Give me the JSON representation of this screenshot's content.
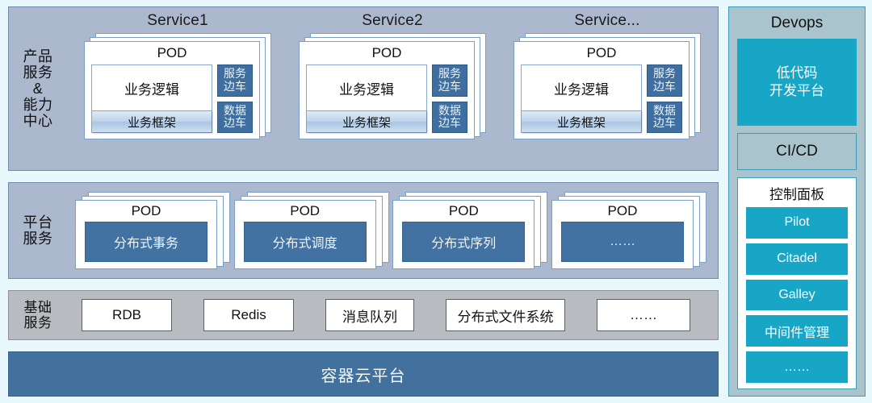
{
  "rows": {
    "products": {
      "label_lines": [
        "产品",
        "服务",
        "&",
        "能力",
        "中心"
      ],
      "services": [
        {
          "title": "Service1",
          "pod_title": "POD",
          "logic": "业务逻辑",
          "framework": "业务框架",
          "sidecars": [
            {
              "line1": "服务",
              "line2": "边车"
            },
            {
              "line1": "数据",
              "line2": "边车"
            }
          ]
        },
        {
          "title": "Service2",
          "pod_title": "POD",
          "logic": "业务逻辑",
          "framework": "业务框架",
          "sidecars": [
            {
              "line1": "服务",
              "line2": "边车"
            },
            {
              "line1": "数据",
              "line2": "边车"
            }
          ]
        },
        {
          "title": "Service...",
          "pod_title": "POD",
          "logic": "业务逻辑",
          "framework": "业务框架",
          "sidecars": [
            {
              "line1": "服务",
              "line2": "边车"
            },
            {
              "line1": "数据",
              "line2": "边车"
            }
          ]
        }
      ]
    },
    "platform": {
      "label_lines": [
        "平台",
        "服务"
      ],
      "pods": [
        {
          "pod_title": "POD",
          "name": "分布式事务"
        },
        {
          "pod_title": "POD",
          "name": "分布式调度"
        },
        {
          "pod_title": "POD",
          "name": "分布式序列"
        },
        {
          "pod_title": "POD",
          "name": "……"
        }
      ]
    },
    "infrastructure": {
      "label_lines": [
        "基础",
        "服务"
      ],
      "items": [
        "RDB",
        "Redis",
        "消息队列",
        "分布式文件系统",
        "……"
      ]
    }
  },
  "container_platform": {
    "label": "容器云平台"
  },
  "devops": {
    "title": "Devops",
    "lowcode": {
      "line1": "低代码",
      "line2": "开发平台"
    },
    "cicd": "CI/CD",
    "control_panel": {
      "title": "控制面板",
      "items": [
        "Pilot",
        "Citadel",
        "Galley",
        "中间件管理",
        "……"
      ]
    }
  },
  "colors": {
    "background": "#e9f8fd",
    "band_blue": "#abb8cd",
    "band_gray": "#b8bcc0",
    "pod_accent": "#4272a1",
    "sidecar": "#3f6fa0",
    "container_bar": "#42719e",
    "devops_panel": "#a9c4cc",
    "devops_accent": "#17a6c6"
  }
}
